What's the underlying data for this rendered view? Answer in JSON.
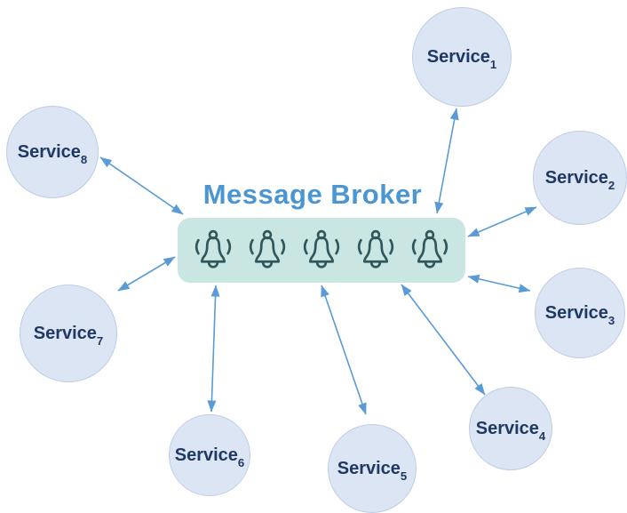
{
  "diagram": {
    "title": "Message Broker",
    "broker": {
      "icon": "bell-icon",
      "bell_icon_count": 5
    },
    "services": [
      {
        "label": "Service",
        "sub": "1"
      },
      {
        "label": "Service",
        "sub": "2"
      },
      {
        "label": "Service",
        "sub": "3"
      },
      {
        "label": "Service",
        "sub": "4"
      },
      {
        "label": "Service",
        "sub": "5"
      },
      {
        "label": "Service",
        "sub": "6"
      },
      {
        "label": "Service",
        "sub": "7"
      },
      {
        "label": "Service",
        "sub": "8"
      }
    ],
    "connections": [
      {
        "from": "Service1",
        "to": "Message Broker",
        "bidirectional": true
      },
      {
        "from": "Service2",
        "to": "Message Broker",
        "bidirectional": true
      },
      {
        "from": "Service3",
        "to": "Message Broker",
        "bidirectional": true
      },
      {
        "from": "Service4",
        "to": "Message Broker",
        "bidirectional": true
      },
      {
        "from": "Service5",
        "to": "Message Broker",
        "bidirectional": true
      },
      {
        "from": "Service6",
        "to": "Message Broker",
        "bidirectional": true
      },
      {
        "from": "Service7",
        "to": "Message Broker",
        "bidirectional": true
      },
      {
        "from": "Service8",
        "to": "Message Broker",
        "bidirectional": true
      }
    ],
    "colors": {
      "background": "#ffffff",
      "title_text": "#4a96d2",
      "arrow": "#5b9bd5",
      "broker_box_fill": "#c9e6e2",
      "bell_icon": "#30585c",
      "service_fill": "#dbe5f3",
      "service_border": "#bccee6",
      "service_text": "#1f3864"
    }
  }
}
